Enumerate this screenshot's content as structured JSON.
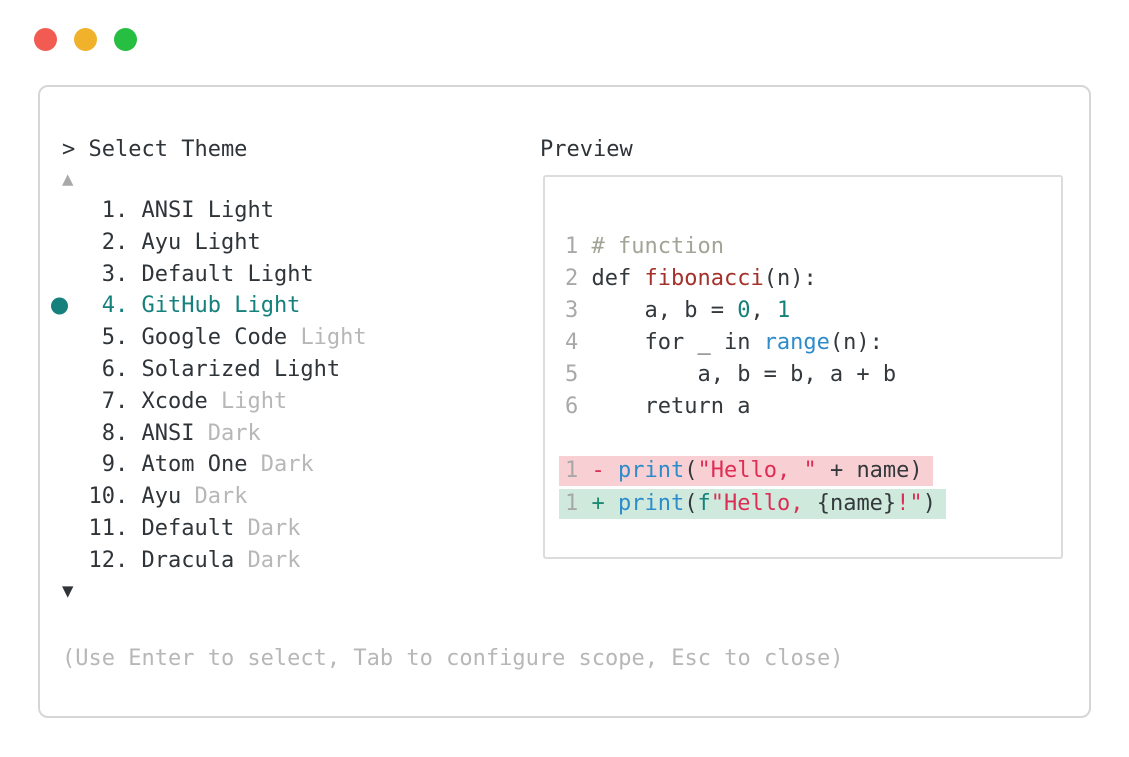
{
  "colors": {
    "traffic-red": "#f25b51",
    "traffic-yellow": "#f0b12b",
    "traffic-green": "#27bf41",
    "accent-teal": "#15807c",
    "text-dark": "#2f3439",
    "text-muted": "#b7b7b7",
    "line-number": "#a8a8a8",
    "code-plain": "#33383c",
    "code-comment": "#a1a496",
    "code-function": "#a5312b",
    "code-builtin": "#2e8ccb",
    "code-string": "#de2d55",
    "diff-plus": "#1b8a70",
    "diff-removed-bg": "#f8d0d3",
    "diff-added-bg": "#cfeadd"
  },
  "window": {
    "close_button": "close",
    "minimize_button": "minimize",
    "zoom_button": "zoom"
  },
  "theme_picker": {
    "prompt": "> Select Theme",
    "scroll_up_indicator": "▲",
    "scroll_down_indicator": "▼",
    "items": [
      {
        "num": "1",
        "name": "ANSI",
        "variant": "Light",
        "variant_muted": false,
        "selected": false
      },
      {
        "num": "2",
        "name": "Ayu",
        "variant": "Light",
        "variant_muted": false,
        "selected": false
      },
      {
        "num": "3",
        "name": "Default",
        "variant": "Light",
        "variant_muted": false,
        "selected": false
      },
      {
        "num": "4",
        "name": "GitHub",
        "variant": "Light",
        "variant_muted": false,
        "selected": true
      },
      {
        "num": "5",
        "name": "Google Code",
        "variant": "Light",
        "variant_muted": true,
        "selected": false
      },
      {
        "num": "6",
        "name": "Solarized",
        "variant": "Light",
        "variant_muted": false,
        "selected": false
      },
      {
        "num": "7",
        "name": "Xcode",
        "variant": "Light",
        "variant_muted": true,
        "selected": false
      },
      {
        "num": "8",
        "name": "ANSI",
        "variant": "Dark",
        "variant_muted": true,
        "selected": false
      },
      {
        "num": "9",
        "name": "Atom One",
        "variant": "Dark",
        "variant_muted": true,
        "selected": false
      },
      {
        "num": "10",
        "name": "Ayu",
        "variant": "Dark",
        "variant_muted": true,
        "selected": false
      },
      {
        "num": "11",
        "name": "Default",
        "variant": "Dark",
        "variant_muted": true,
        "selected": false
      },
      {
        "num": "12",
        "name": "Dracula",
        "variant": "Dark",
        "variant_muted": true,
        "selected": false
      }
    ],
    "help": "(Use Enter to select, Tab to configure scope, Esc to close)"
  },
  "preview": {
    "label": "Preview",
    "code": [
      {
        "num": "1",
        "tokens": [
          {
            "text": "# function",
            "type": "comment"
          }
        ]
      },
      {
        "num": "2",
        "tokens": [
          {
            "text": "def ",
            "type": "plain"
          },
          {
            "text": "fibonacci",
            "type": "function"
          },
          {
            "text": "(n):",
            "type": "plain"
          }
        ]
      },
      {
        "num": "3",
        "tokens": [
          {
            "text": "    a, b = ",
            "type": "plain"
          },
          {
            "text": "0",
            "type": "number"
          },
          {
            "text": ", ",
            "type": "plain"
          },
          {
            "text": "1",
            "type": "number"
          }
        ]
      },
      {
        "num": "4",
        "tokens": [
          {
            "text": "    for _ in ",
            "type": "plain"
          },
          {
            "text": "range",
            "type": "builtin"
          },
          {
            "text": "(n):",
            "type": "plain"
          }
        ]
      },
      {
        "num": "5",
        "tokens": [
          {
            "text": "        a, b = b, a + b",
            "type": "plain"
          }
        ]
      },
      {
        "num": "6",
        "tokens": [
          {
            "text": "    return a",
            "type": "plain"
          }
        ]
      }
    ],
    "diff": [
      {
        "num": "1",
        "sign": "-",
        "change": "removed",
        "tokens": [
          {
            "text": "print",
            "type": "builtin"
          },
          {
            "text": "(",
            "type": "plain"
          },
          {
            "text": "\"Hello, \"",
            "type": "string"
          },
          {
            "text": " + name)",
            "type": "plain"
          }
        ]
      },
      {
        "num": "1",
        "sign": "+",
        "change": "added",
        "tokens": [
          {
            "text": "print",
            "type": "builtin"
          },
          {
            "text": "(",
            "type": "plain"
          },
          {
            "text": "f",
            "type": "fstring"
          },
          {
            "text": "\"Hello, ",
            "type": "string"
          },
          {
            "text": "{name}",
            "type": "plain"
          },
          {
            "text": "!\"",
            "type": "string"
          },
          {
            "text": ")",
            "type": "plain"
          }
        ]
      }
    ]
  }
}
